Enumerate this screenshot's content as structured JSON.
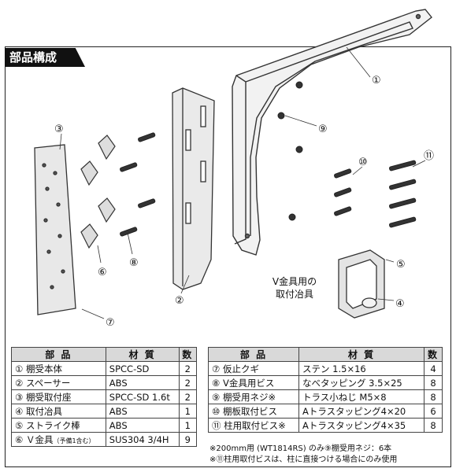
{
  "header": {
    "title": "部品構成"
  },
  "callouts": [
    "①",
    "②",
    "③",
    "④",
    "⑤",
    "⑥",
    "⑦",
    "⑧",
    "⑨",
    "⑩",
    "⑪"
  ],
  "v_jig_label": [
    "V金具用の",
    "取付冶具"
  ],
  "table_left": {
    "headers": [
      "部 品",
      "材 質",
      "数"
    ],
    "rows": [
      {
        "part": "① 棚受本体",
        "material": "SPCC-SD",
        "qty": "2"
      },
      {
        "part": "② スペーサー",
        "material": "ABS",
        "qty": "2"
      },
      {
        "part": "③ 棚受取付座",
        "material": "SPCC-SD 1.6t",
        "qty": "2"
      },
      {
        "part": "④ 取付冶具",
        "material": "ABS",
        "qty": "1"
      },
      {
        "part": "⑤ ストライク棒",
        "material": "ABS",
        "qty": "1"
      },
      {
        "part": "⑥ Ｖ金具",
        "part_note": "（予備1含む）",
        "material": "SUS304 3/4H",
        "qty": "9"
      }
    ]
  },
  "table_right": {
    "headers": [
      "部 品",
      "材 質",
      "数"
    ],
    "rows": [
      {
        "part": "⑦ 仮止クギ",
        "material": "ステン 1.5×16",
        "qty": "4"
      },
      {
        "part": "⑧ V金具用ビス",
        "material": "なべタッピング 3.5×25",
        "qty": "8"
      },
      {
        "part": "⑨ 棚受用ネジ※",
        "material": "トラス小ねじ M5×8",
        "qty": "8"
      },
      {
        "part": "⑩ 棚板取付ビス",
        "material": "Aトラスタッピング4×20",
        "qty": "6"
      },
      {
        "part": "⑪ 柱用取付ビス※",
        "material": "Aトラスタッピング4×35",
        "qty": "8"
      }
    ]
  },
  "notes": [
    "※200mm用 (WT1814RS) のみ⑨棚受用ネジ：6本",
    "※⑪柱用取付ビスは、柱に直接つける場合にのみ使用"
  ]
}
